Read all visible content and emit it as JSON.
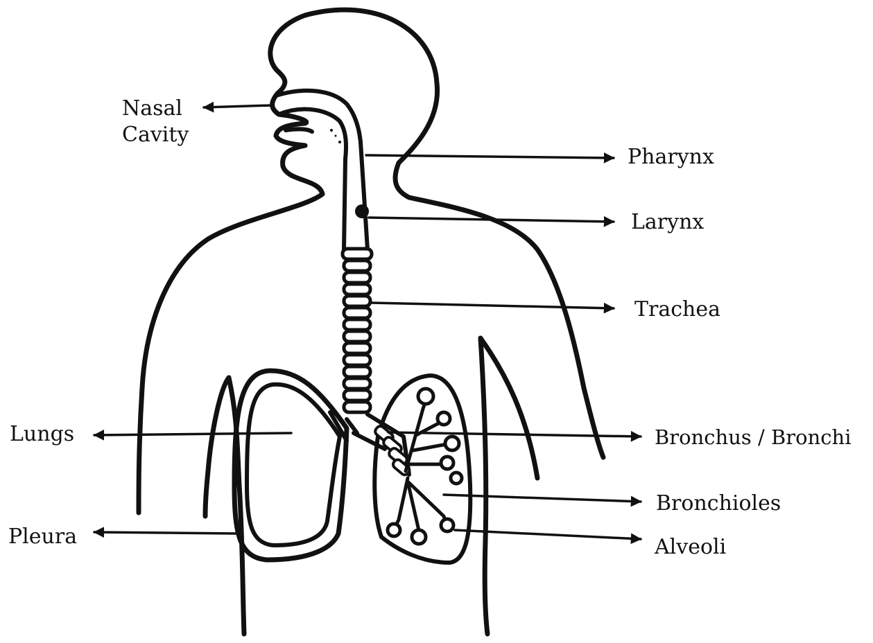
{
  "diagram": {
    "labels": {
      "nasal_cavity": "Nasal Cavity",
      "pharynx": "Pharynx",
      "larynx": "Larynx",
      "trachea": "Trachea",
      "bronchus": "Bronchus / Bronchi",
      "bronchioles": "Bronchioles",
      "alveoli": "Alveoli",
      "lungs": "Lungs",
      "pleura": "Pleura"
    },
    "colors": {
      "ink": "#111111",
      "background": "#ffffff"
    }
  }
}
